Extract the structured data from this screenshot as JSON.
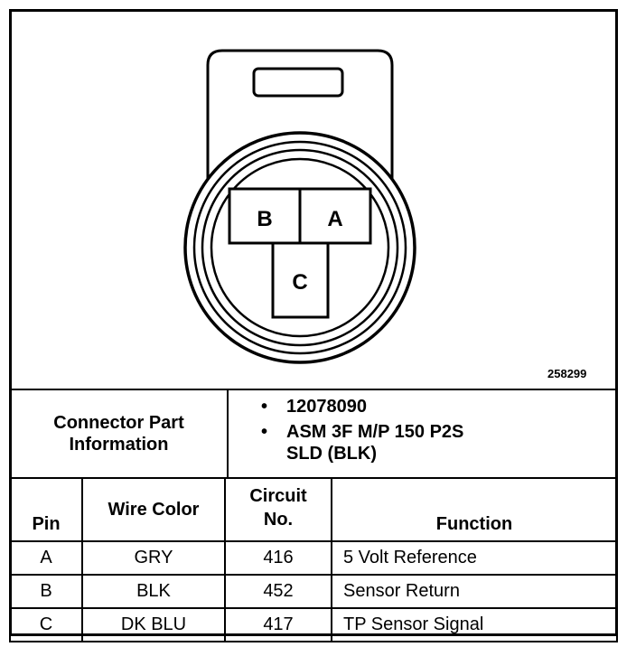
{
  "figure_id": "258299",
  "connector": {
    "pin_labels": [
      "B",
      "A",
      "C"
    ]
  },
  "part_info": {
    "label_line1": "Connector Part",
    "label_line2": "Information",
    "bullet": "•",
    "items": [
      {
        "line1": "12078090",
        "line2": ""
      },
      {
        "line1": "ASM 3F M/P 150 P2S",
        "line2": "SLD (BLK)"
      }
    ]
  },
  "table": {
    "headers": {
      "pin": "Pin",
      "wire_color": "Wire Color",
      "circuit_line1": "Circuit",
      "circuit_line2": "No.",
      "function": "Function"
    },
    "rows": [
      {
        "pin": "A",
        "wire": "GRY",
        "circuit": "416",
        "function": "5 Volt Reference"
      },
      {
        "pin": "B",
        "wire": "BLK",
        "circuit": "452",
        "function": "Sensor Return"
      },
      {
        "pin": "C",
        "wire": "DK BLU",
        "circuit": "417",
        "function": "TP Sensor Signal"
      }
    ]
  }
}
